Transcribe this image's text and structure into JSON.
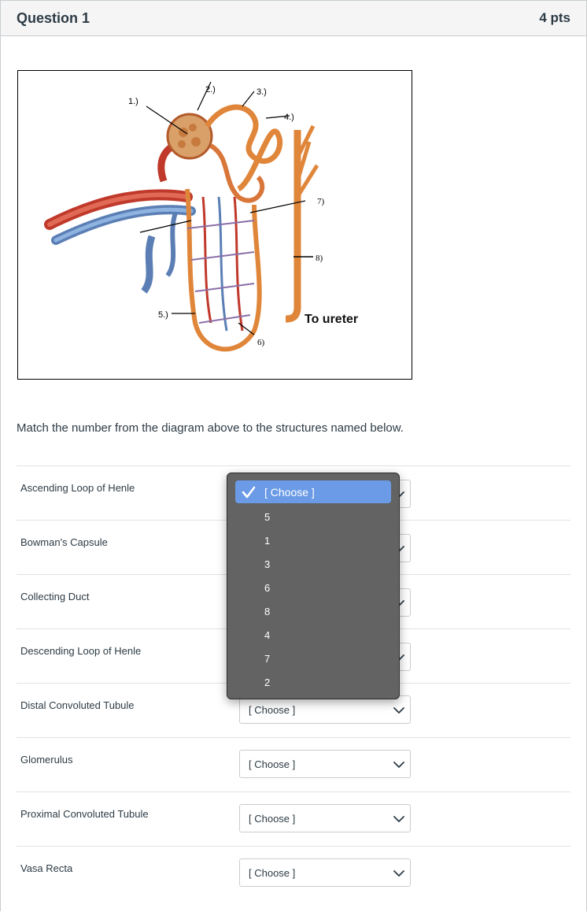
{
  "question": {
    "title": "Question 1",
    "points": "4 pts"
  },
  "diagram": {
    "labels": [
      "1.)",
      "2.)",
      "3.)",
      "4.)",
      "5.)",
      "6)",
      "7)",
      "8)"
    ],
    "caption": "To ureter"
  },
  "prompt": "Match the number from the diagram above to the structures named below.",
  "rows": [
    {
      "label": "Ascending Loop of Henle",
      "value": "[ Choose ]"
    },
    {
      "label": "Bowman's Capsule",
      "value": "[ Choose ]"
    },
    {
      "label": "Collecting Duct",
      "value": "[ Choose ]"
    },
    {
      "label": "Descending Loop of Henle",
      "value": "[ Choose ]"
    },
    {
      "label": "Distal Convoluted Tubule",
      "value": "[ Choose ]"
    },
    {
      "label": "Glomerulus",
      "value": "[ Choose ]"
    },
    {
      "label": "Proximal Convoluted Tubule",
      "value": "[ Choose ]"
    },
    {
      "label": "Vasa Recta",
      "value": "[ Choose ]"
    }
  ],
  "dropdown": {
    "selected": "[ Choose ]",
    "options": [
      "5",
      "1",
      "3",
      "6",
      "8",
      "4",
      "7",
      "2"
    ]
  },
  "icons": {
    "chevron": "chevron-down-icon",
    "check": "checkmark-icon"
  },
  "colors": {
    "selection": "#6b9be6",
    "menu_bg": "#636363",
    "header_bg": "#f5f5f5"
  }
}
